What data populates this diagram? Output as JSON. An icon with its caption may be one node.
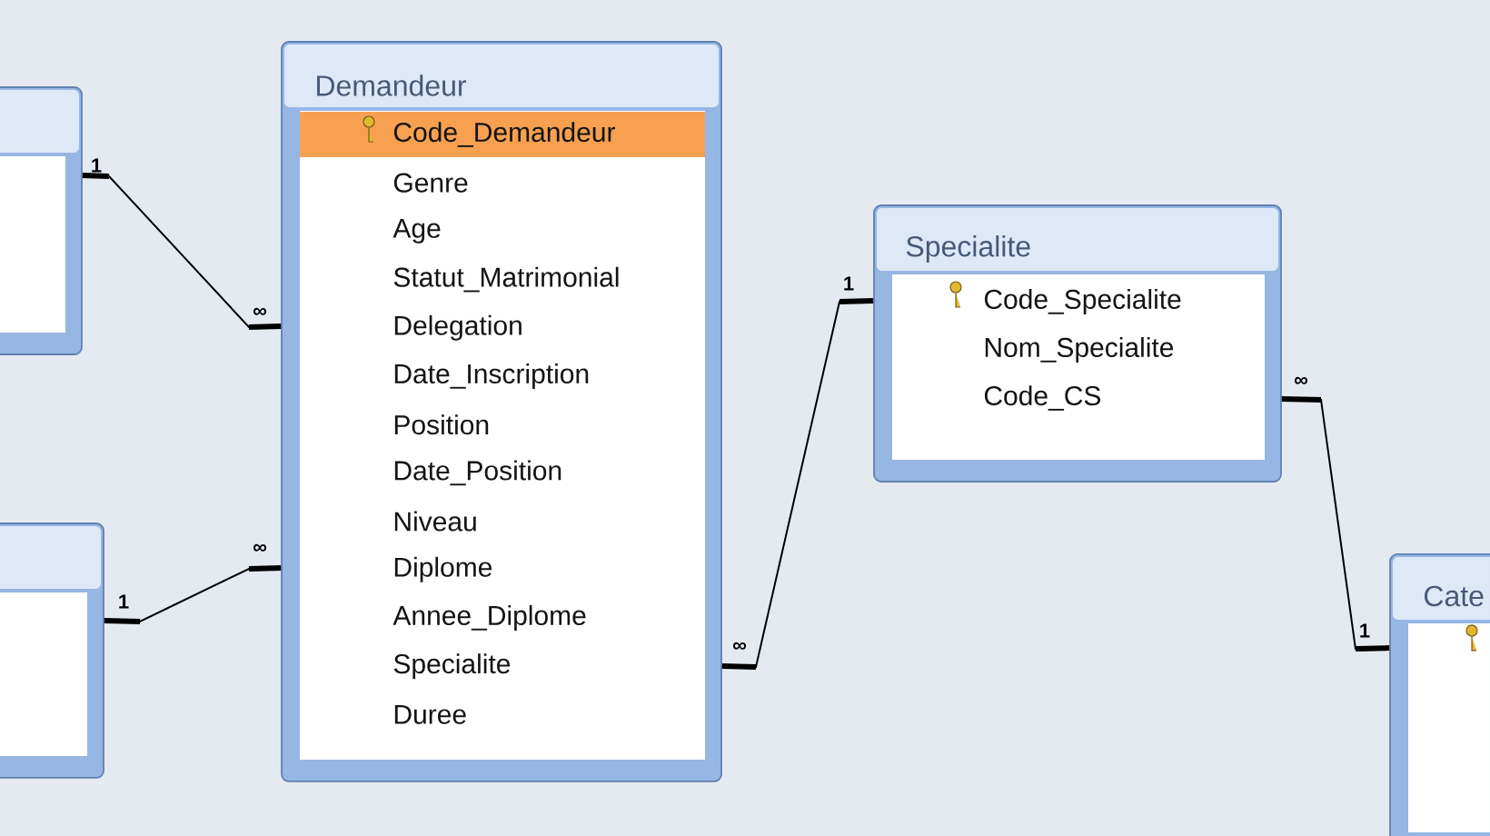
{
  "diagram": {
    "nodes": [
      {
        "text": [],
        "shape": "box"
      },
      {
        "text": [],
        "shape": "box"
      },
      {
        "text": [
          "Demandeur",
          "Code_Demandeur",
          "Genre",
          "Age",
          "Statut_Matrimonial",
          "Delegation",
          "Date_Inscription",
          "Position",
          "Date_Position",
          "Niveau",
          "Diplome",
          "Annee_Diplome",
          "Specialite",
          "Duree"
        ]
      },
      {
        "text": [
          "Specialite",
          "Code_Specialite",
          "Nom_Specialite",
          "Code_CS"
        ]
      },
      {
        "text": [
          "Cate"
        ]
      }
    ],
    "edges": [
      {
        "from": 0,
        "to": 2,
        "arrow": "none"
      },
      {
        "from": 1,
        "to": 2,
        "arrow": "none"
      },
      {
        "from": 3,
        "to": 2,
        "arrow": "none"
      },
      {
        "from": 4,
        "to": 3,
        "arrow": "none"
      }
    ],
    "labels": [
      "1",
      "∞",
      "∞",
      "1",
      "1",
      "∞",
      "∞",
      "1"
    ]
  }
}
